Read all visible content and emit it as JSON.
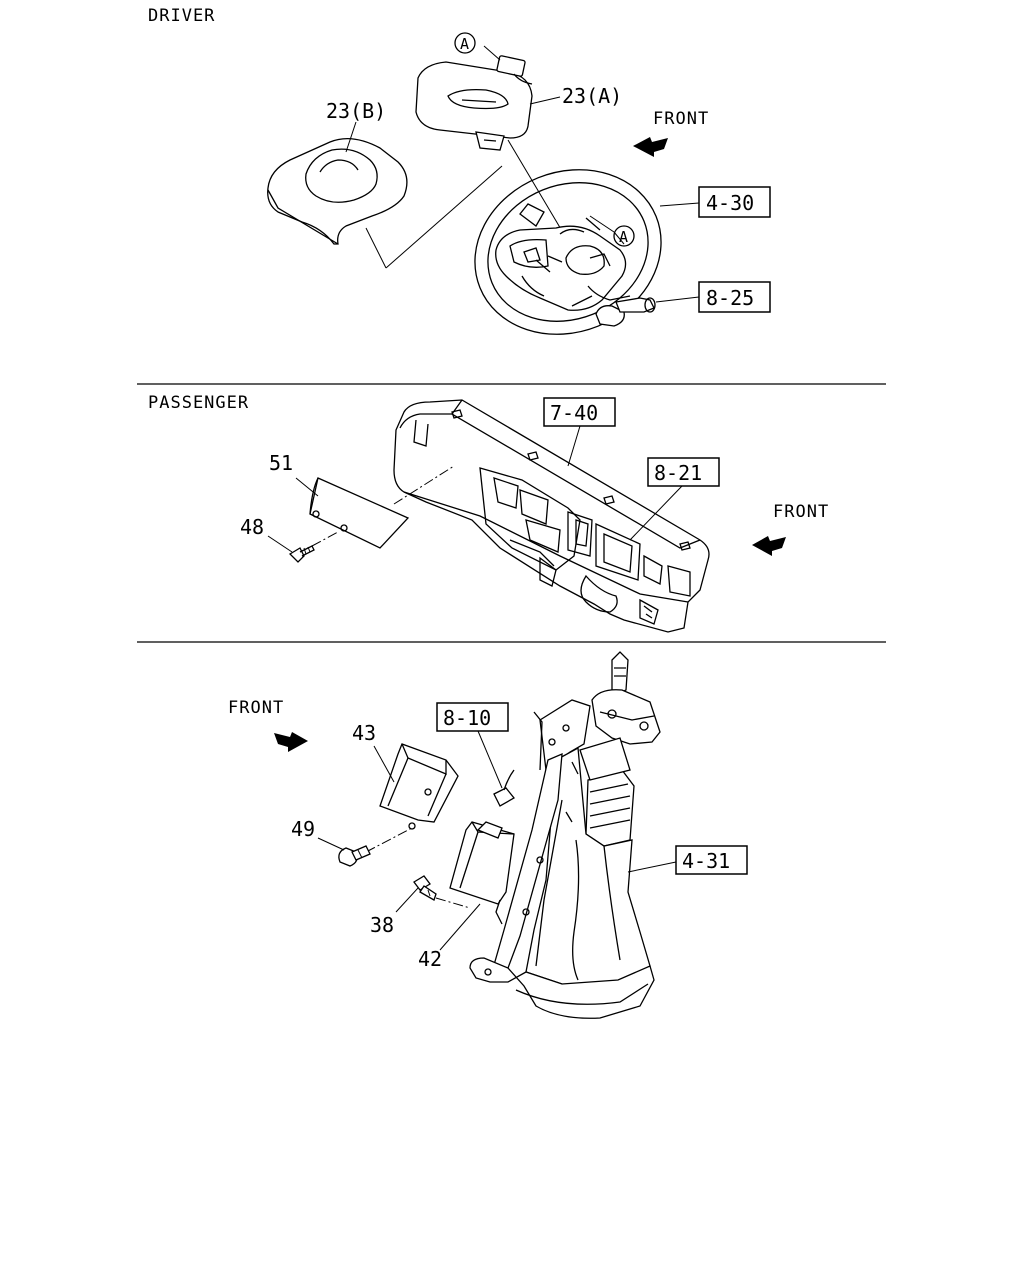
{
  "sections": {
    "driver": "DRIVER",
    "passenger": "PASSENGER"
  },
  "front_label": "FRONT",
  "connector_marker": "A",
  "labels": {
    "p23b": "23(B)",
    "p23a": "23(A)",
    "p51": "51",
    "p48": "48",
    "p43": "43",
    "p49": "49",
    "p38": "38",
    "p42": "42"
  },
  "refs": {
    "r430": "4-30",
    "r825": "8-25",
    "r740": "7-40",
    "r821": "8-21",
    "r810": "8-10",
    "r431": "4-31"
  }
}
